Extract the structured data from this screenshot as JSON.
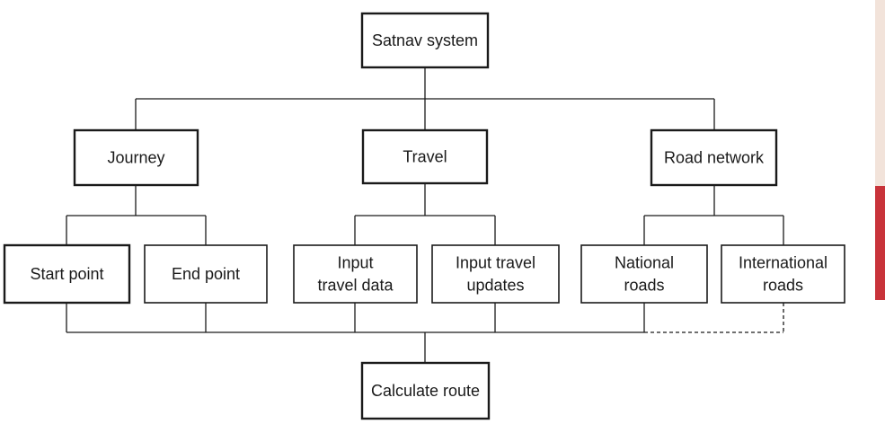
{
  "colors": {
    "line": "#1a1a1a",
    "box_fill": "#ffffff",
    "side_bar_light": "#f2e3da",
    "side_bar_accent": "#c8333a"
  },
  "nodes": {
    "satnav_system": {
      "lines": [
        "Satnav system"
      ]
    },
    "journey": {
      "lines": [
        "Journey"
      ]
    },
    "travel": {
      "lines": [
        "Travel"
      ]
    },
    "road_network": {
      "lines": [
        "Road network"
      ]
    },
    "start_point": {
      "lines": [
        "Start point"
      ]
    },
    "end_point": {
      "lines": [
        "End point"
      ]
    },
    "input_travel_data": {
      "lines": [
        "Input",
        "travel data"
      ]
    },
    "input_travel_updates": {
      "lines": [
        "Input travel",
        "updates"
      ]
    },
    "national_roads": {
      "lines": [
        "National",
        "roads"
      ]
    },
    "international_roads": {
      "lines": [
        "International",
        "roads"
      ]
    },
    "calculate_route": {
      "lines": [
        "Calculate route"
      ]
    }
  }
}
